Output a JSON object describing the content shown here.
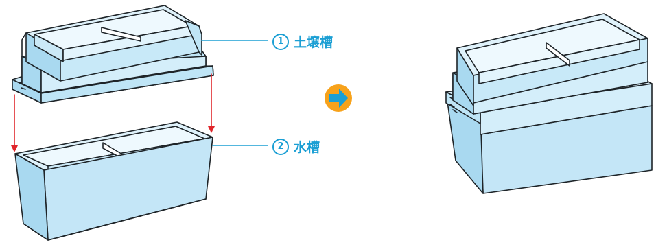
{
  "labels": {
    "soil_tank": {
      "number": "1",
      "text": "土壌槽"
    },
    "water_tank": {
      "number": "2",
      "text": "水槽"
    }
  },
  "colors": {
    "outline": "#1e2428",
    "fill_light": "#dff2fb",
    "fill_mid": "#bfe5f6",
    "fill_dark": "#a9d9f0",
    "guide_arrow": "#e0262b",
    "label_text": "#1b9fd4",
    "next_arrow_circle": "#f7a21b",
    "next_arrow_body": "#1b9fd4"
  },
  "icons": {
    "next_arrow": "orange-circle-right-arrow-icon"
  }
}
